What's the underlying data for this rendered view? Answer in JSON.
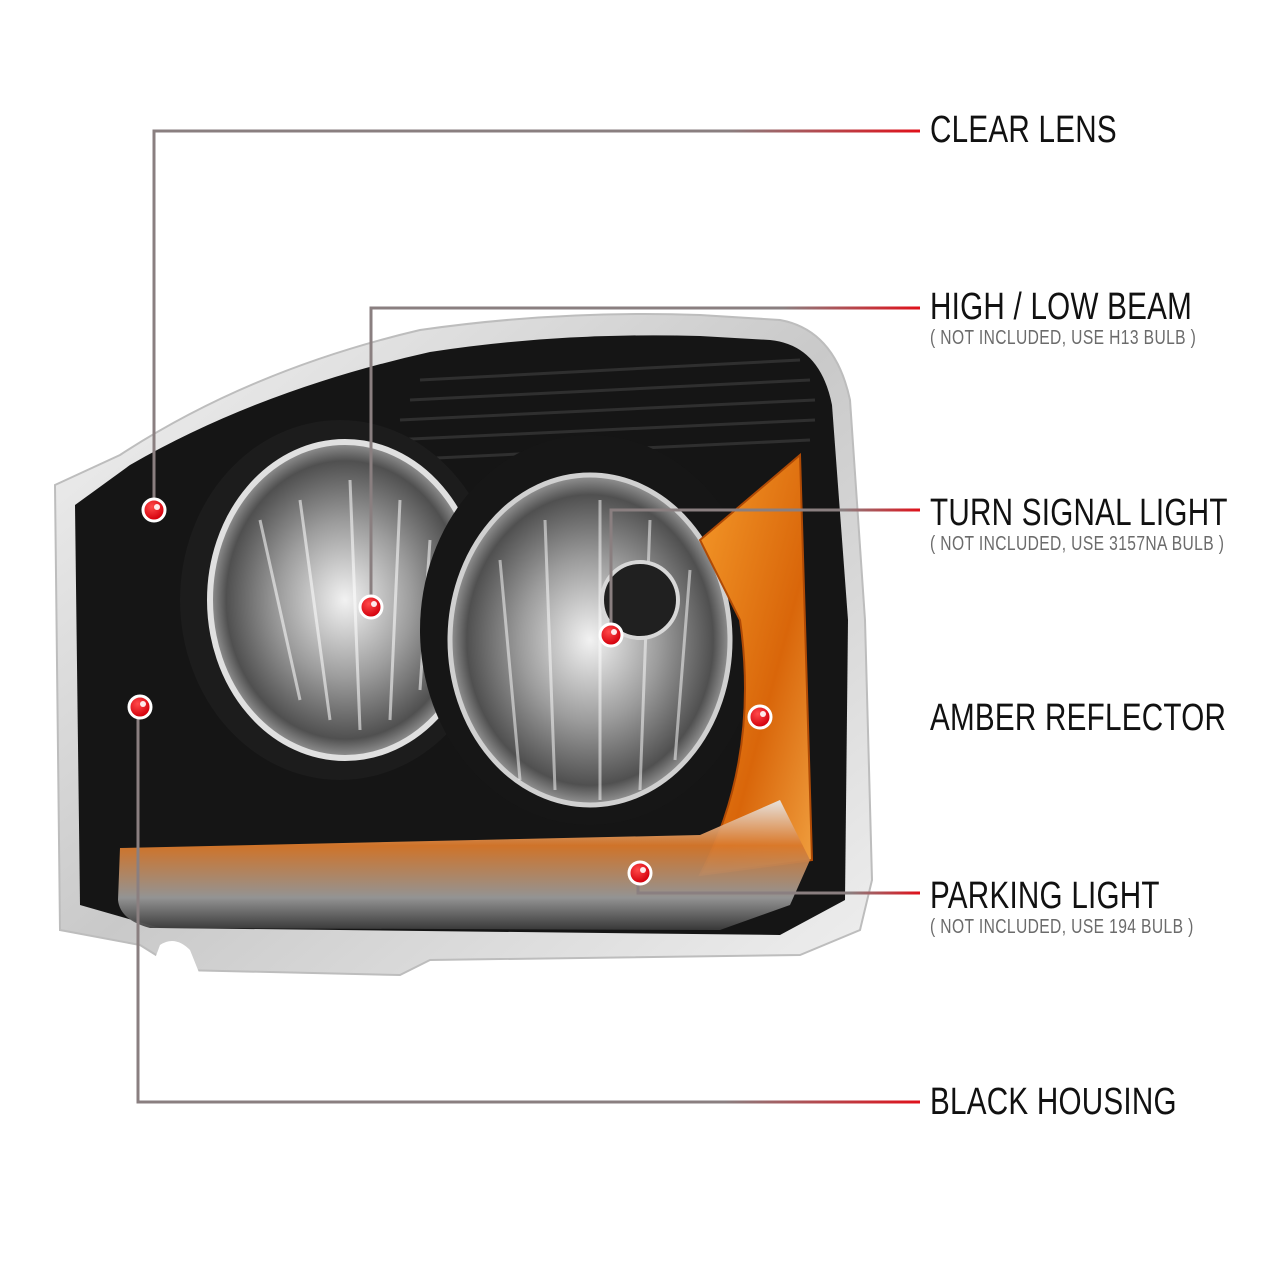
{
  "diagram": {
    "subject": "Black housing headlight with amber reflector",
    "colors": {
      "leader_line_gray": "#8a7f80",
      "leader_line_red": "#e0101a",
      "marker_red": "#e5000f",
      "housing_black": "#141414",
      "chrome": "#d9d9d9",
      "amber": "#e07a10"
    },
    "callouts": [
      {
        "id": "clear-lens",
        "title": "CLEAR LENS",
        "note": ""
      },
      {
        "id": "high-low-beam",
        "title": "HIGH / LOW BEAM",
        "note": "( NOT INCLUDED, USE  H13  BULB )"
      },
      {
        "id": "turn-signal-light",
        "title": "TURN SIGNAL LIGHT",
        "note": "( NOT INCLUDED, USE  3157NA  BULB )"
      },
      {
        "id": "amber-reflector",
        "title": "AMBER REFLECTOR",
        "note": ""
      },
      {
        "id": "parking-light",
        "title": "PARKING LIGHT",
        "note": "( NOT INCLUDED, USE  194  BULB )"
      },
      {
        "id": "black-housing",
        "title": "BLACK HOUSING",
        "note": ""
      }
    ]
  }
}
